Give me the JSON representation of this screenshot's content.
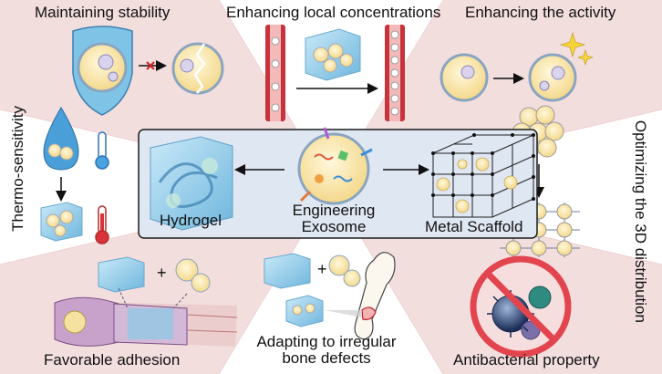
{
  "panels": {
    "maintaining_stability": "Maintaining stability",
    "enhancing_local_concentrations": "Enhancing local concentrations",
    "enhancing_activity": "Enhancing the activity",
    "thermo_sensitivity": "Thermo-sensitivity",
    "optimizing_3d_distribution": "Optimizing the 3D distribution",
    "favorable_adhesion": "Favorable adhesion",
    "adapting_irregular_line1": "Adapting to irregular",
    "adapting_irregular_line2": "bone defects",
    "antibacterial_property": "Antibacterial property"
  },
  "center": {
    "hydrogel": "Hydrogel",
    "exosome_line1": "Engineering",
    "exosome_line2": "Exosome",
    "metal_scaffold": "Metal Scaffold"
  },
  "symbols": {
    "plus": "+"
  },
  "colors": {
    "background_pink": "#f3dede",
    "center_box_fill": "#dfe7f2",
    "center_box_stroke": "#1b1b1b",
    "hydrogel_blue": "#8ccbe9",
    "exosome_yellow": "#fbe9b0",
    "vessel_red": "#c8323a",
    "prohibited_red": "#e2454e"
  },
  "icons": [
    "shield-icon",
    "cross-icon",
    "blood-vessel-icon",
    "sparkle-icon",
    "droplet-icon",
    "thermometer-cold-icon",
    "thermometer-hot-icon",
    "bone-icon",
    "prohibited-icon",
    "bacteria-icon",
    "arrow-icon"
  ]
}
